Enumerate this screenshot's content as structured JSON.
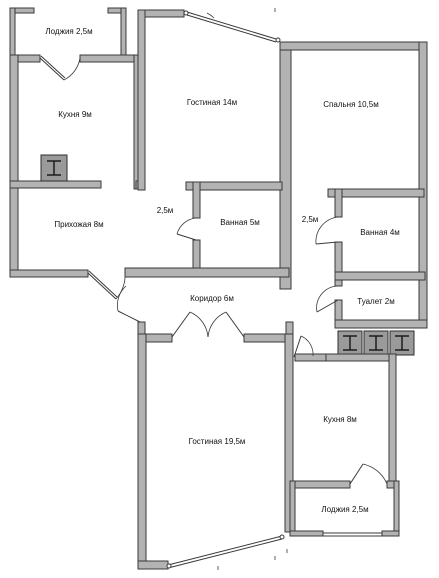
{
  "rooms": {
    "loggia_top": "Лоджия 2,5м",
    "kitchen_left": "Кухня 9м",
    "living_top": "Гостиная 14м",
    "bedroom": "Спальня 10,5м",
    "hall": "Прихожая 8м",
    "hall_dim": "2,5м",
    "bath_center": "Ванная 5м",
    "right_dim": "2,5м",
    "bath_right": "Ванная 4м",
    "toilet": "Туалет 2м",
    "corridor": "Коридор 6м",
    "living_bottom": "Гостиная 19,5м",
    "kitchen_right": "Кухня 8м",
    "loggia_bottom": "Лоджия 2,5м"
  }
}
